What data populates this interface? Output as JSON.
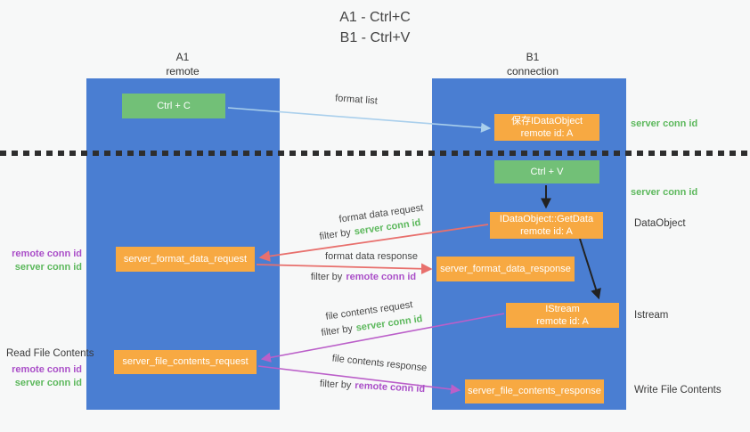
{
  "title": {
    "line1": "A1 - Ctrl+C",
    "line2": "B1 - Ctrl+V"
  },
  "lanes": {
    "a1": {
      "name": "A1",
      "subtitle": "remote"
    },
    "b1": {
      "name": "B1",
      "subtitle": "connection"
    }
  },
  "nodes": {
    "ctrl_c": {
      "label": "Ctrl + C"
    },
    "save_dataobject": {
      "line1": "保存IDataObject",
      "line2": "remote id: A"
    },
    "ctrl_v": {
      "label": "Ctrl + V"
    },
    "getdata": {
      "line1": "IDataObject::GetData",
      "line2": "remote id: A"
    },
    "server_format_data_request": {
      "label": "server_format_data_request"
    },
    "server_format_data_response": {
      "label": "server_format_data_response"
    },
    "istream": {
      "line1": "IStream",
      "line2": "remote id: A"
    },
    "server_file_contents_request": {
      "label": "server_file_contents_request"
    },
    "server_file_contents_response": {
      "label": "server_file_contents_response"
    }
  },
  "edge_labels": {
    "format_list": "format list",
    "format_data_request": "format data request",
    "format_data_response": "format data response",
    "file_contents_request": "file contents request",
    "file_contents_response": "file contents response",
    "filter_by": "filter by",
    "server_conn_id": "server conn id",
    "remote_conn_id": "remote conn id"
  },
  "side_labels": {
    "right_top_server_conn_id": "server conn id",
    "right_mid_server_conn_id": "server conn id",
    "dataobject": "DataObject",
    "istream": "Istream",
    "write_file_contents": "Write File Contents",
    "read_file_contents": "Read File Contents",
    "left_remote_conn_id": "remote conn id",
    "left_server_conn_id": "server conn id",
    "left2_remote_conn_id": "remote conn id",
    "left2_server_conn_id": "server conn id"
  },
  "colors": {
    "lane_blue": "#4a7ed2",
    "node_green": "#72c077",
    "node_orange": "#f7a942",
    "arrow_lightblue": "#a9cfec",
    "arrow_red": "#e8706d",
    "arrow_purple": "#bb5fc9",
    "arrow_black": "#222222",
    "text_green": "#5cb85c",
    "text_purple": "#aa4fc8"
  }
}
